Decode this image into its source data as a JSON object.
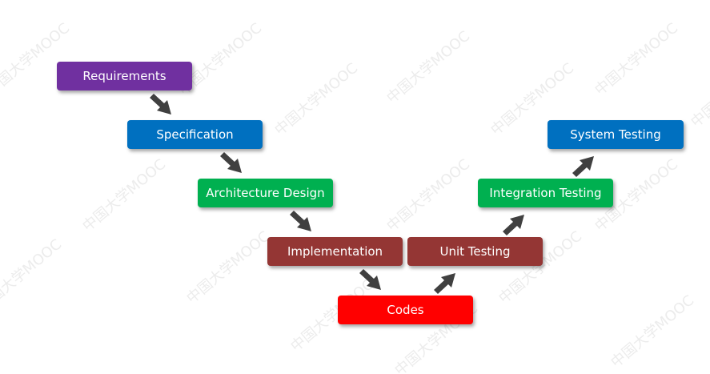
{
  "watermark": {
    "text": "中国大学MOOC"
  },
  "nodes": [
    {
      "id": "requirements",
      "label": "Requirements",
      "color": "#7030a0"
    },
    {
      "id": "specification",
      "label": "Specification",
      "color": "#0070c0"
    },
    {
      "id": "architecture-design",
      "label": "Architecture Design",
      "color": "#00b050"
    },
    {
      "id": "implementation",
      "label": "Implementation",
      "color": "#943634"
    },
    {
      "id": "codes",
      "label": "Codes",
      "color": "#ff0000"
    },
    {
      "id": "unit-testing",
      "label": "Unit Testing",
      "color": "#943634"
    },
    {
      "id": "integration-testing",
      "label": "Integration Testing",
      "color": "#00b050"
    },
    {
      "id": "system-testing",
      "label": "System Testing",
      "color": "#0070c0"
    }
  ],
  "edges": [
    {
      "from": "requirements",
      "to": "specification"
    },
    {
      "from": "specification",
      "to": "architecture-design"
    },
    {
      "from": "architecture-design",
      "to": "implementation"
    },
    {
      "from": "implementation",
      "to": "codes"
    },
    {
      "from": "codes",
      "to": "unit-testing"
    },
    {
      "from": "unit-testing",
      "to": "integration-testing"
    },
    {
      "from": "integration-testing",
      "to": "system-testing"
    }
  ],
  "colors": {
    "arrow": "#404040"
  }
}
